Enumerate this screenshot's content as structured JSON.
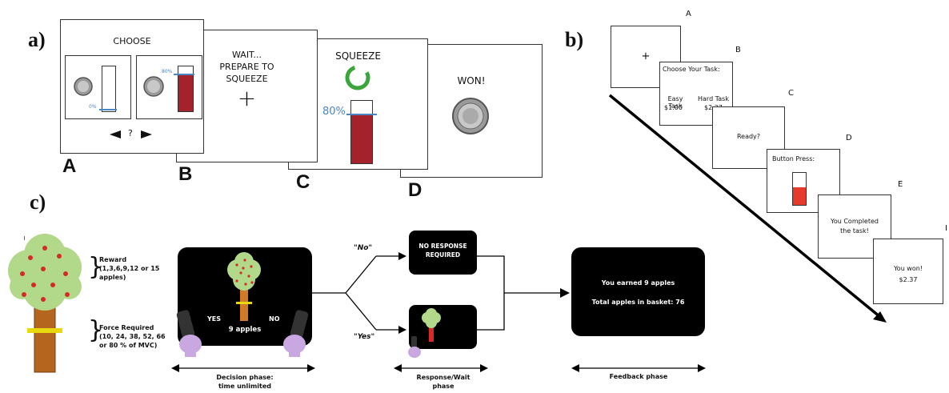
{
  "panel_labels": {
    "a": "a)",
    "b": "b)",
    "c": "c)"
  },
  "panel_a": {
    "card_a": {
      "letter": "A",
      "title": "CHOOSE",
      "left_level": "0%",
      "right_level": "80%",
      "choice_glyph": "?"
    },
    "card_b": {
      "letter": "B",
      "line1": "WAIT...",
      "line2": "PREPARE TO",
      "line3": "SQUEEZE",
      "fixation": "+"
    },
    "card_c": {
      "letter": "C",
      "title": "SQUEEZE",
      "level": "80%"
    },
    "card_d": {
      "letter": "D",
      "title": "WON!"
    }
  },
  "panel_b": {
    "card_a": {
      "letter": "A",
      "fixation": "+"
    },
    "card_b": {
      "letter": "B",
      "title": "Choose Your Task:",
      "easy_label": "Easy Task",
      "easy_value": "$1.00",
      "hard_label": "Hard Task",
      "hard_value": "$2.37"
    },
    "card_c": {
      "letter": "C",
      "text": "Ready?"
    },
    "card_d": {
      "letter": "D",
      "text": "Button Press:"
    },
    "card_e": {
      "letter": "E",
      "line1": "You Completed",
      "line2": "the task!"
    },
    "card_f": {
      "letter": "I",
      "line1": "You won!",
      "line2": "$2.37"
    }
  },
  "panel_c": {
    "reward_label": "Reward",
    "reward_detail1": "(1,3,6,9,12 or 15",
    "reward_detail2": "apples)",
    "force_label": "Force Required",
    "force_detail1": "(10, 24, 38, 52, 66",
    "force_detail2": "or 80 % of MVC)",
    "decision_yes": "YES",
    "decision_no": "NO",
    "decision_apples": "9 apples",
    "branch_no": "\"No\"",
    "branch_yes": "\"Yes\"",
    "no_response_line1": "NO RESPONSE",
    "no_response_line2": "REQUIRED",
    "feedback_line1": "You earned 9 apples",
    "feedback_line2": "Total apples in basket: 76",
    "phase_decision1": "Decision phase:",
    "phase_decision2": "time unlimited",
    "phase_response1": "Response/Wait",
    "phase_response2": "phase",
    "phase_feedback": "Feedback phase"
  },
  "colors": {
    "bar_red": "#a3222b",
    "level_blue": "#4a86c5",
    "ring_green": "#3aa53a",
    "leaf_green": "#b2d88a",
    "apple_red": "#d62a2a",
    "trunk_brown": "#b5651d",
    "band_yellow": "#e8d90f",
    "b_red": "#e53a2c"
  }
}
